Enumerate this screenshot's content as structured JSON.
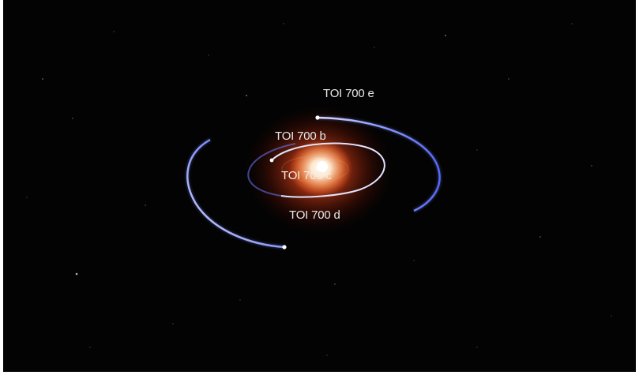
{
  "scene": {
    "description_colors": {
      "background": "#030303",
      "star_core": "#fff6e8",
      "star_glow": "#d2401a",
      "orbit_blue": "#5a6dff",
      "orbit_white": "#f2f2f6"
    },
    "labels": {
      "planet_e": "TOI 700 e",
      "planet_b": "TOI 700 b",
      "planet_c": "TOI 700 c",
      "planet_d": "TOI 700 d"
    }
  }
}
